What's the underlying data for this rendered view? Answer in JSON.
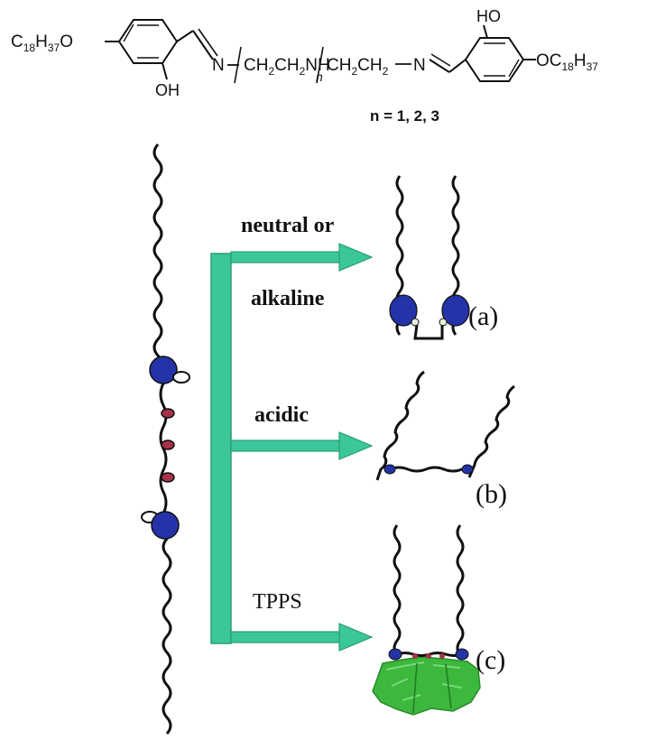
{
  "structure": {
    "left_sub": "18",
    "left_sub2": "37",
    "right_sub": "18",
    "right_sub2": "37",
    "oh_bottom": "OH",
    "ho_top": "HO",
    "n_index": "n",
    "n_note": "n = 1, 2, 3"
  },
  "conditions": [
    {
      "text": "neutral or"
    },
    {
      "text": "alkaline"
    },
    {
      "text": "acidic"
    },
    {
      "text": "TPPS"
    }
  ],
  "panels": [
    {
      "label": "(a)"
    },
    {
      "label": "(b)"
    },
    {
      "label": "(c)"
    }
  ],
  "colors": {
    "arrow": "#3cc79a",
    "arrow_edge": "#2a9c78",
    "headgroup": "#2533a8",
    "linker_dot": "#a8324a",
    "porphyrin": "#3cb83c",
    "chain": "#111111"
  }
}
